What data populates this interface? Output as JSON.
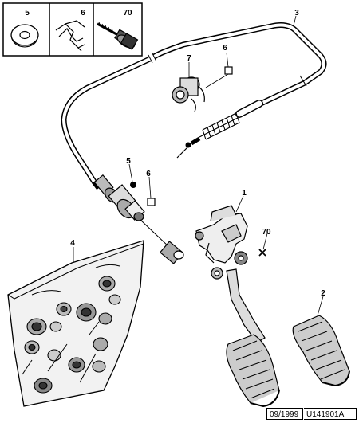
{
  "legend_boxes": [
    {
      "number": "5",
      "icon": "washer-icon"
    },
    {
      "number": "6",
      "icon": "clip-icon"
    },
    {
      "number": "70",
      "icon": "bolt-icon"
    }
  ],
  "callouts": {
    "c1": "1",
    "c2": "2",
    "c3": "3",
    "c4": "4",
    "c5": "5",
    "c6a": "6",
    "c6b": "6",
    "c7": "7",
    "c70": "70"
  },
  "footer": {
    "date": "09/1999",
    "ref": "U141901A"
  },
  "colors": {
    "line": "#000000",
    "background": "#ffffff",
    "shade": "#cfcfcf",
    "dark": "#555555"
  }
}
